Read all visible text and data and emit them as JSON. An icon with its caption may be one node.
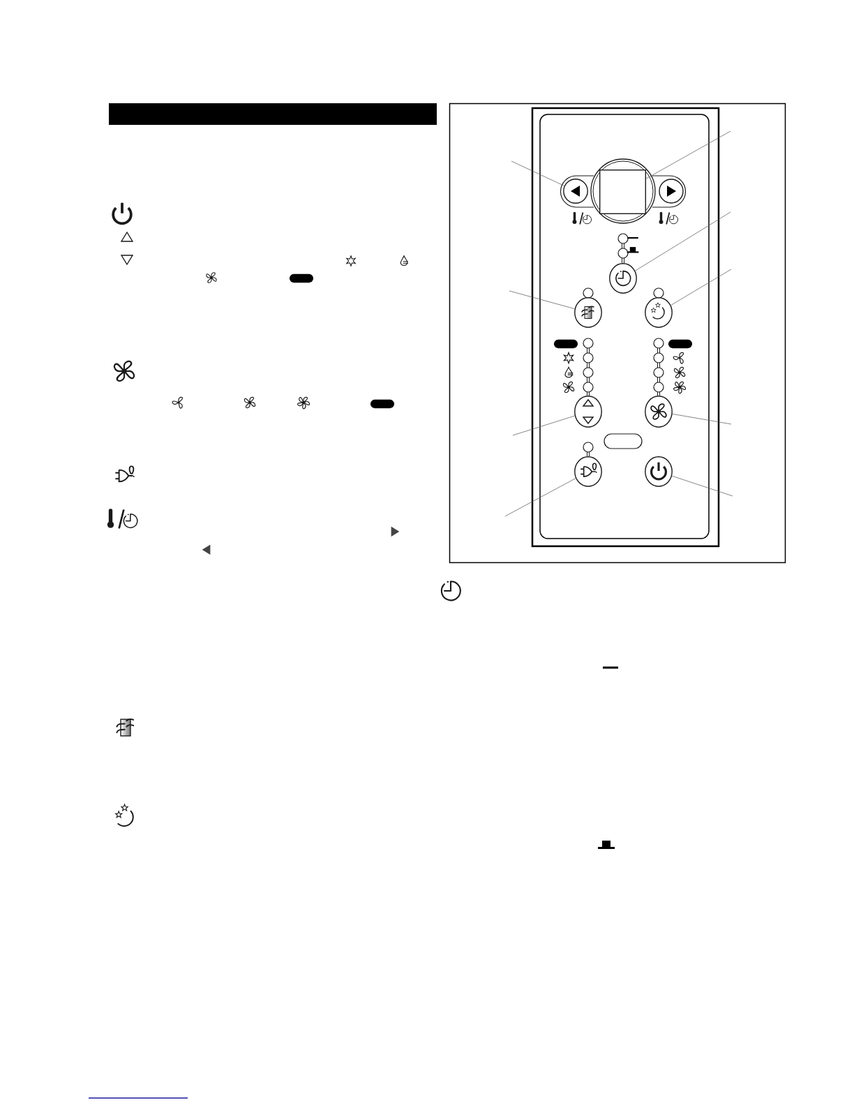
{
  "diagram": {
    "nodes": [
      {
        "text": [],
        "shape": "circle"
      },
      {
        "text": [],
        "shape": "box"
      },
      {
        "text": [],
        "shape": "circle"
      },
      {
        "text": [],
        "shape": "circle"
      },
      {
        "text": [],
        "shape": "circle"
      },
      {
        "text": [],
        "shape": "circle"
      },
      {
        "text": [],
        "shape": "circle"
      },
      {
        "text": [],
        "shape": "circle"
      },
      {
        "text": [],
        "shape": "circle"
      }
    ],
    "edges": [
      {
        "from": null,
        "to": 0,
        "arrow": "none"
      },
      {
        "from": null,
        "to": 1,
        "arrow": "none"
      },
      {
        "from": null,
        "to": 2,
        "arrow": "none"
      },
      {
        "from": null,
        "to": 3,
        "arrow": "none"
      },
      {
        "from": null,
        "to": 4,
        "arrow": "none"
      },
      {
        "from": null,
        "to": 5,
        "arrow": "none"
      },
      {
        "from": null,
        "to": 6,
        "arrow": "none"
      },
      {
        "from": null,
        "to": 7,
        "arrow": "none"
      },
      {
        "from": null,
        "to": 8,
        "arrow": "none"
      }
    ]
  }
}
